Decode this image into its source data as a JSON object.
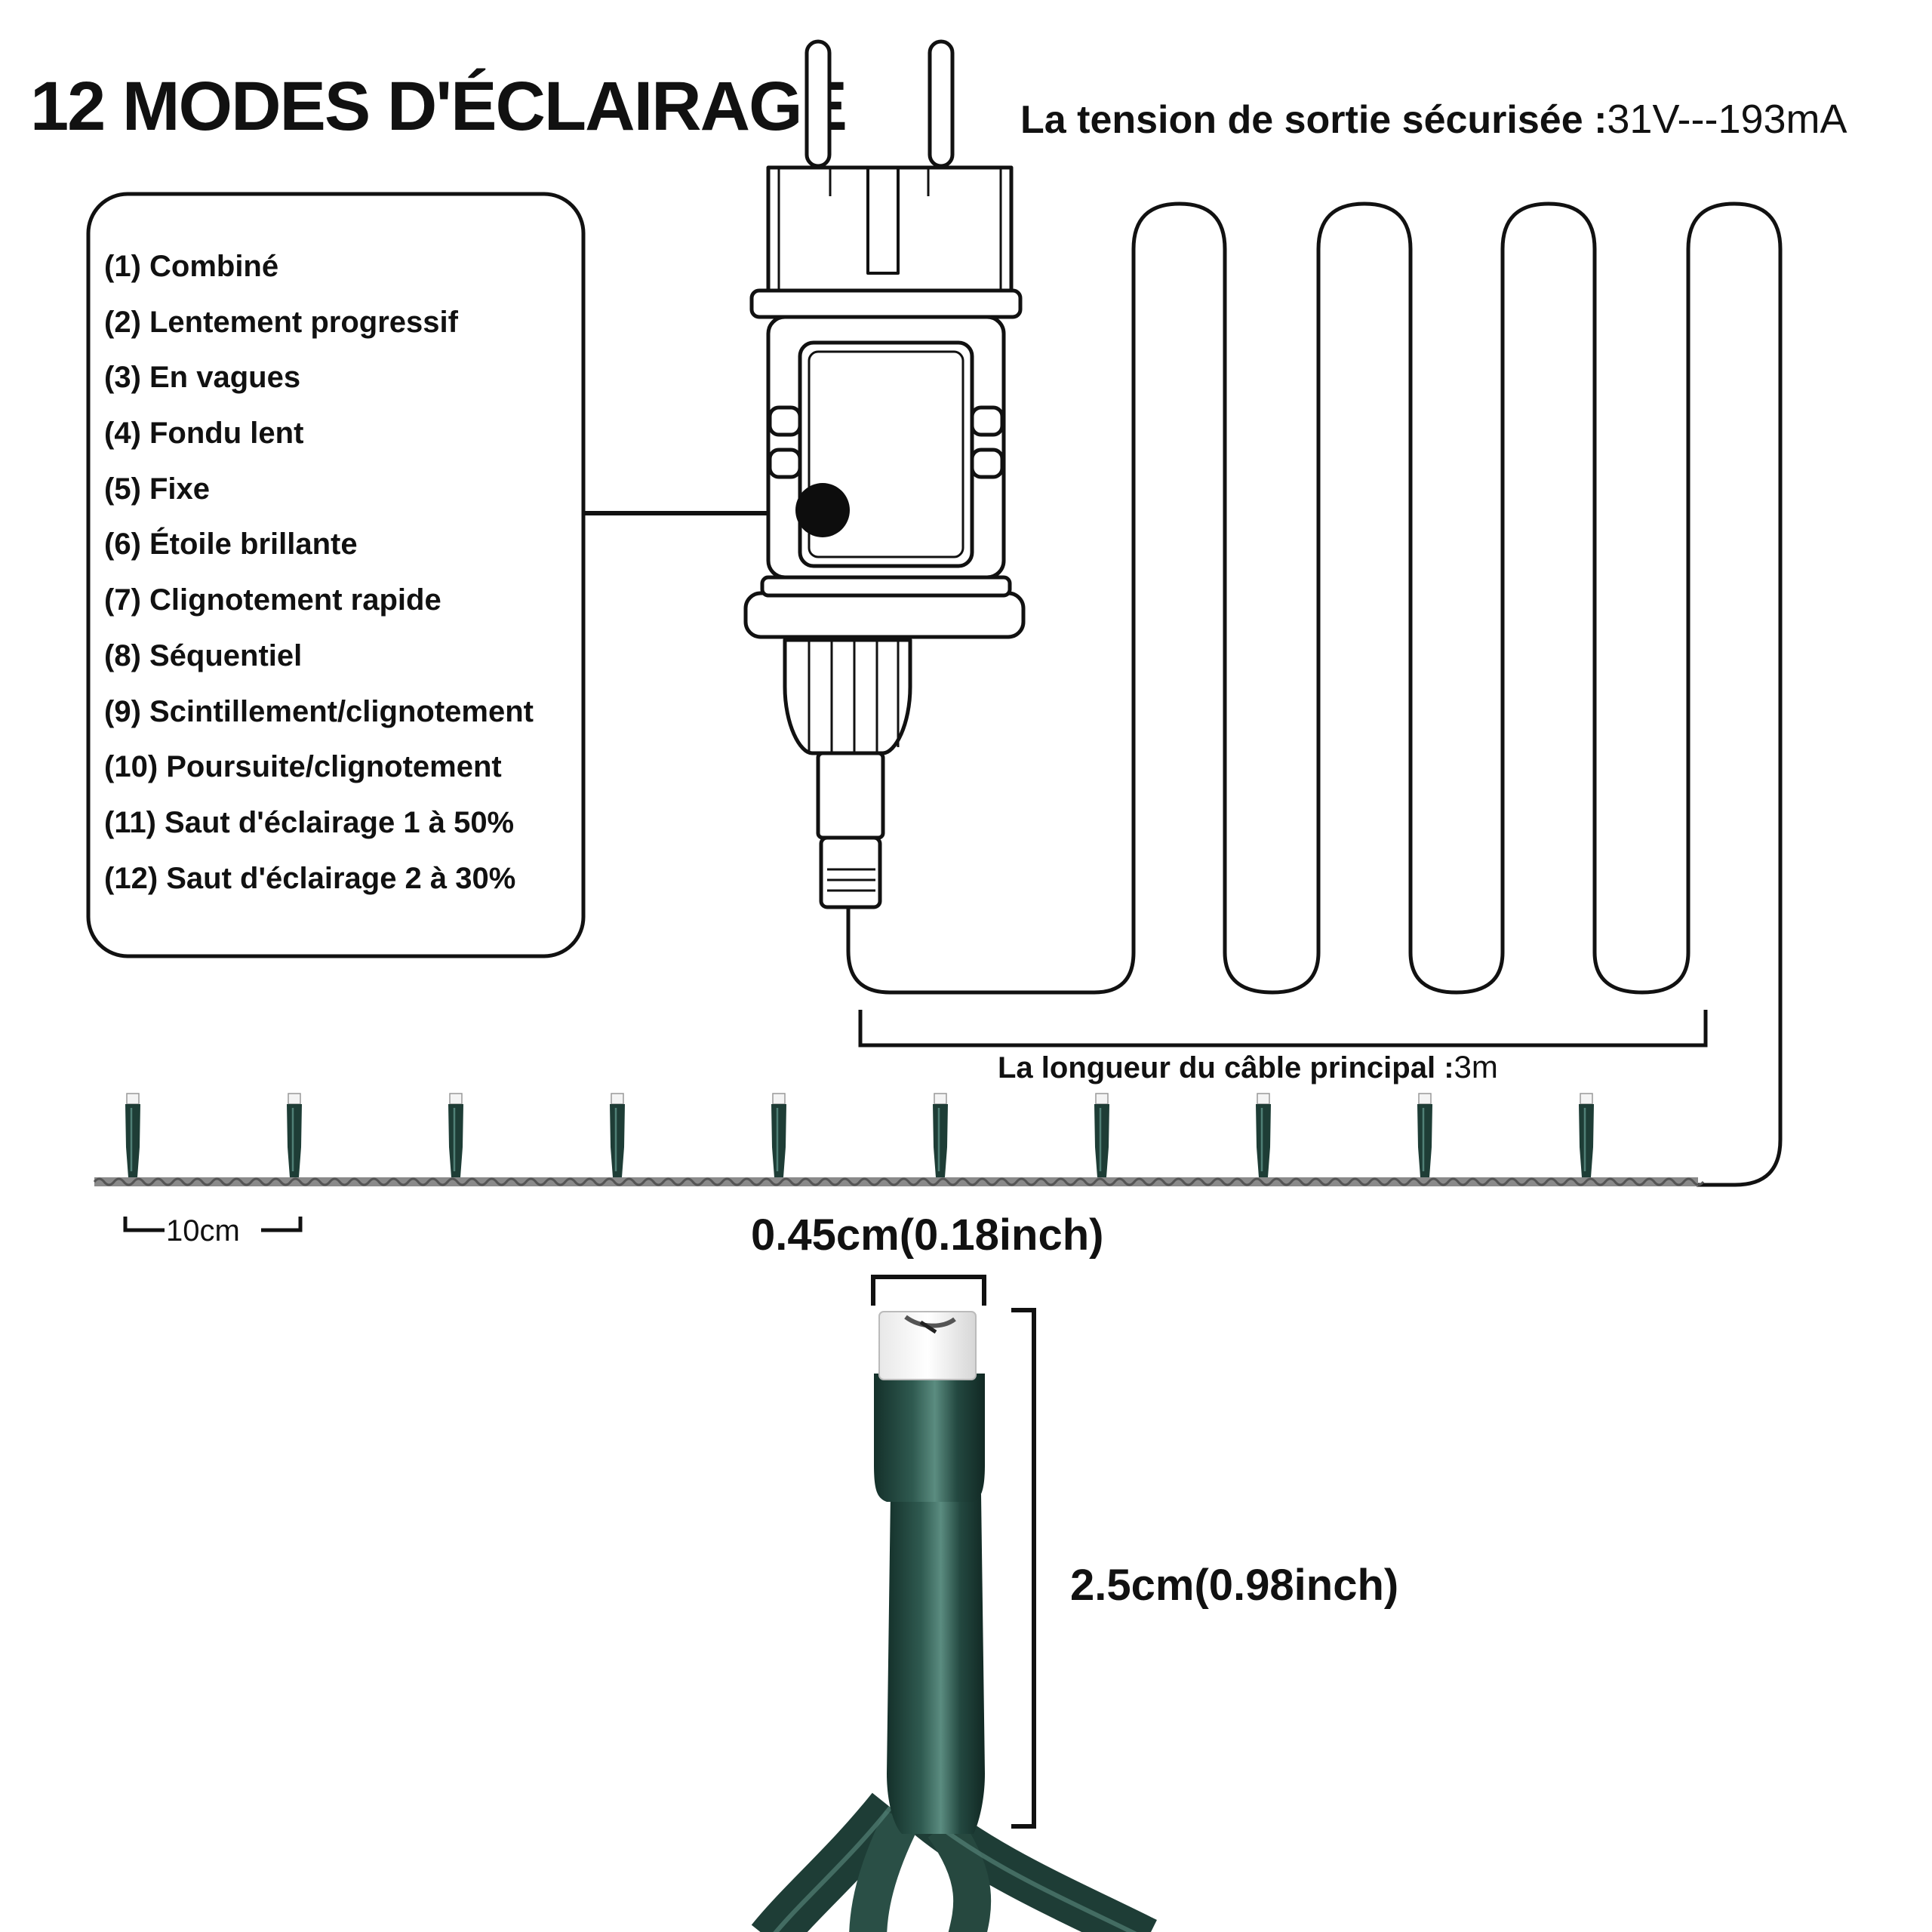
{
  "title": "12 MODES D'ÉCLAIRAGE",
  "voltage": {
    "label": "La tension de sortie sécurisée :",
    "value": "31V---193mA"
  },
  "modes": [
    "(1) Combiné",
    "(2) Lentement progressif",
    "(3) En vagues",
    "(4) Fondu lent",
    "(5) Fixe",
    "(6) Étoile brillante",
    "(7) Clignotement rapide",
    "(8) Séquentiel",
    "(9) Scintillement/clignotement",
    "(10) Poursuite/clignotement",
    "(11) Saut d'éclairage 1 à 50%",
    "(12) Saut d'éclairage 2 à 30%"
  ],
  "cable": {
    "label": "La longueur du câble principal :",
    "value": "3m"
  },
  "led_spacing": "10cm",
  "bulb_width": "0.45cm(0.18inch)",
  "bulb_height": "2.5cm(0.98inch)",
  "colors": {
    "wire_green": "#1e3d36",
    "wire_highlight": "#4f7f75",
    "outline": "#111111",
    "text": "#111111"
  },
  "led_count": 10
}
